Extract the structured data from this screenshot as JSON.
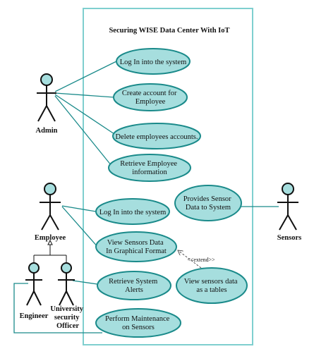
{
  "title": "Securing WISE Data Center With IoT",
  "actors": {
    "admin": "Admin",
    "employee": "Employee",
    "engineer": "Engineer",
    "officer": [
      "University",
      "security",
      "Officer"
    ],
    "sensors": "Sensors"
  },
  "use_cases": {
    "login_admin": [
      "Log In into the system"
    ],
    "create_account": [
      "Create account for",
      "Employee"
    ],
    "delete_accounts": [
      "Delete employees accounts."
    ],
    "retrieve_info": [
      "Retrieve Employee",
      "information"
    ],
    "login_employee": [
      "Log In into the system"
    ],
    "provides_data": [
      "Provides Sensor",
      "Data to System"
    ],
    "view_graphical": [
      "View Sensors Data",
      "In Graphical Format"
    ],
    "view_tables": [
      "View sensors data",
      "as a tables"
    ],
    "retrieve_alerts": [
      "Retrieve System",
      "Alerts"
    ],
    "maintenance": [
      "Perform Maintenance",
      "on Sensors"
    ]
  },
  "extend_label": "<<extend>>",
  "colors": {
    "use_case_fill": "#a6dede",
    "use_case_stroke": "#1a8a8a",
    "boundary": "#7fcfcf"
  }
}
